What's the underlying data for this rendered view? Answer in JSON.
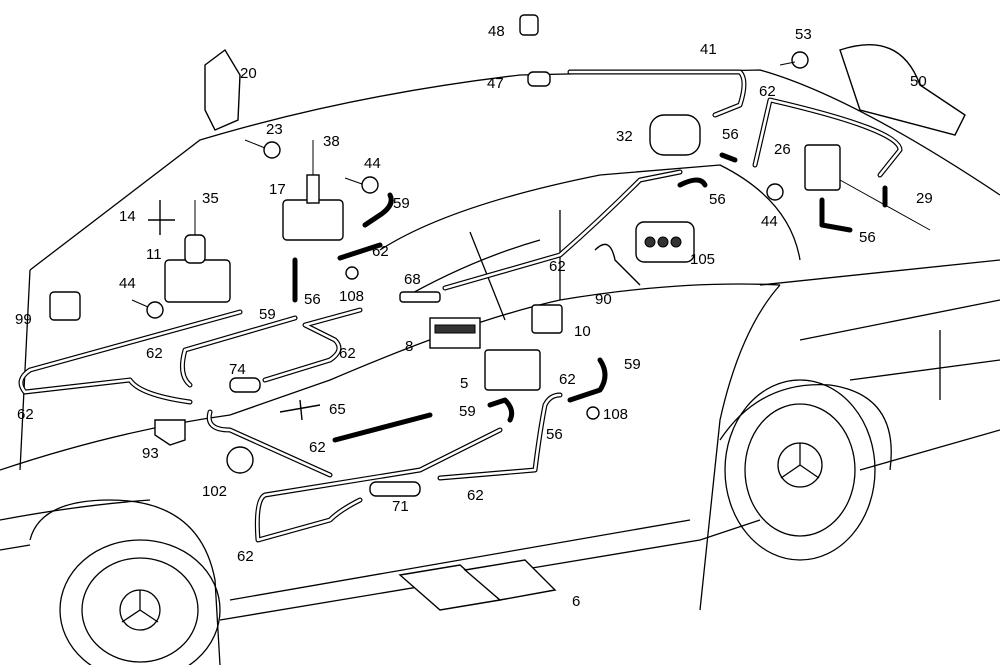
{
  "diagram": {
    "type": "exploded parts diagram",
    "line_color": "#000000",
    "background": "#ffffff",
    "part_labels": [
      "48",
      "41",
      "53",
      "50",
      "20",
      "47",
      "62",
      "23",
      "38",
      "32",
      "56",
      "26",
      "44",
      "17",
      "59",
      "56",
      "44",
      "29",
      "35",
      "14",
      "56",
      "11",
      "62",
      "62",
      "105",
      "108",
      "68",
      "44",
      "56",
      "90",
      "99",
      "59",
      "10",
      "8",
      "62",
      "62",
      "74",
      "59",
      "5",
      "62",
      "62",
      "65",
      "59",
      "108",
      "62",
      "56",
      "93",
      "102",
      "62",
      "71",
      "62",
      "6"
    ]
  }
}
